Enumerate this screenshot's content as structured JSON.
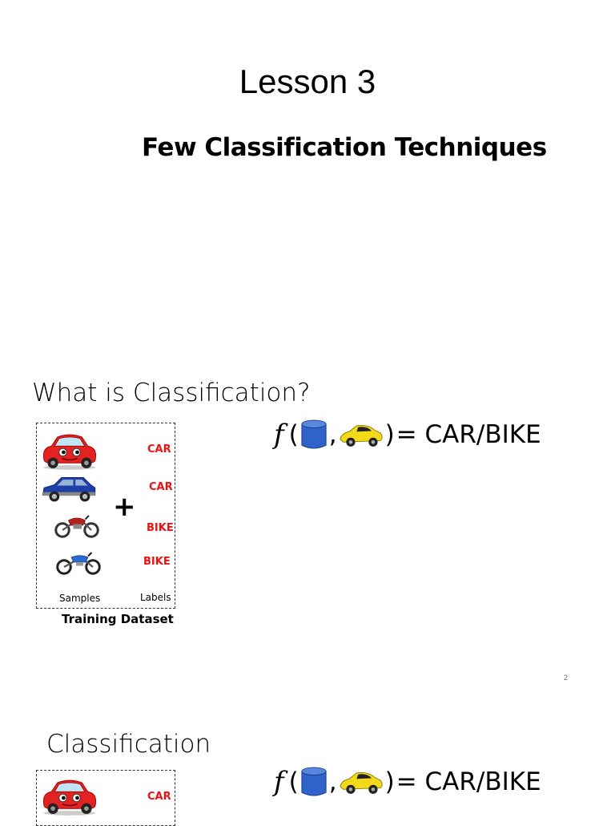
{
  "title_slide": {
    "title": "Lesson 3",
    "subtitle": "Few Classification Techniques"
  },
  "slide2": {
    "heading": "What is Classification?",
    "dataset": {
      "labels": [
        "CAR",
        "CAR",
        "BIKE",
        "BIKE"
      ],
      "samples_caption": "Samples",
      "labels_caption": "Labels",
      "plus": "+",
      "title": "Training Dataset"
    },
    "formula": {
      "fn": "f",
      "open": "(",
      "comma": ",",
      "close": ")",
      "result": "= CAR/BIKE"
    },
    "page_number": "2"
  },
  "slide3": {
    "heading": "Classification",
    "dataset": {
      "labels": [
        "CAR"
      ]
    },
    "formula": {
      "fn": "f",
      "open": "(",
      "comma": ",",
      "close": ")",
      "result": "= CAR/BIKE"
    }
  },
  "colors": {
    "label_red": "#ee1111",
    "database_blue": "#2f63c9",
    "car_red": "#e32222",
    "car_blue": "#1f3fa8",
    "toy_car_yellow": "#f2d91a"
  },
  "icons": [
    "red-car-icon",
    "blue-suv-icon",
    "red-motorbike-icon",
    "blue-motorbike-icon",
    "database-icon",
    "yellow-toy-car-icon"
  ]
}
